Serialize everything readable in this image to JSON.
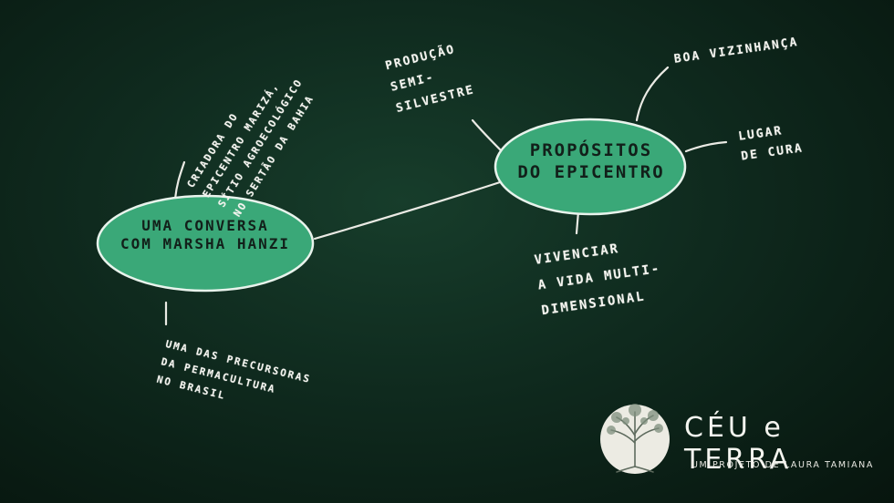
{
  "nodes": {
    "conversa": "UMA CONVERSA\nCOM MARSHA HANZI",
    "propositos": "PROPÓSITOS\nDO EPICENTRO"
  },
  "branches": {
    "criadora": "CRIADORA DO\nEPICENTRO MARIZÁ,\nSÍTIO AGROECOLÓGICO\nNO SERTÃO DA BAHIA",
    "precursoras": "UMA DAS PRECURSORAS\nDA PERMACULTURA\nNO BRASIL",
    "producao": "PRODUÇÃO\nSEMI-\nSILVESTRE",
    "vizinhanca": "BOA VIZINHANÇA",
    "lugar": "LUGAR\nDE CURA",
    "vivenciar": "VIVENCIAR\nA VIDA MULTI-\nDIMENSIONAL"
  },
  "brand": {
    "title": "CÉU e TERRA",
    "subtitle": "UM PROJETO DE LAURA TAMIANA"
  },
  "colors": {
    "node_fill": "#3aa878",
    "chalk": "#f4f4ef",
    "background": "#0f2a1e"
  },
  "icons": {
    "logo": "tree-circle-icon"
  }
}
